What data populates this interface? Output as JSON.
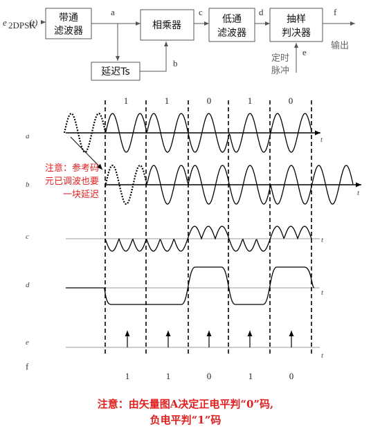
{
  "blocks": {
    "bandpass": [
      "带通",
      "滤波器"
    ],
    "multiplier": "相乘器",
    "lowpass": [
      "低通",
      "滤波器"
    ],
    "sampler": [
      "抽样",
      "判决器"
    ],
    "delay": "延迟Ts"
  },
  "signals": {
    "input_base": "e",
    "input_sub": "2DPSK",
    "input_arg": "(t)",
    "a": "a",
    "b": "b",
    "c": "c",
    "d": "d",
    "e": "e",
    "f": "f",
    "output": "输出",
    "timing": [
      "定时",
      "脉冲"
    ]
  },
  "rows": {
    "a": "a",
    "b": "b",
    "c": "c",
    "d": "d",
    "e": "e",
    "f": "f",
    "t": "t"
  },
  "bits_top": [
    "1",
    "1",
    "0",
    "1",
    "0"
  ],
  "bits_bottom": [
    "1",
    "1",
    "0",
    "1",
    "0"
  ],
  "notes": {
    "ref_delay": [
      "注意：参考码",
      "元已调波也要",
      "一块延迟"
    ],
    "bottom_line1": "注意：由矢量图A决定正电平判“0”码,",
    "bottom_line2": "负电平判“1”码"
  }
}
